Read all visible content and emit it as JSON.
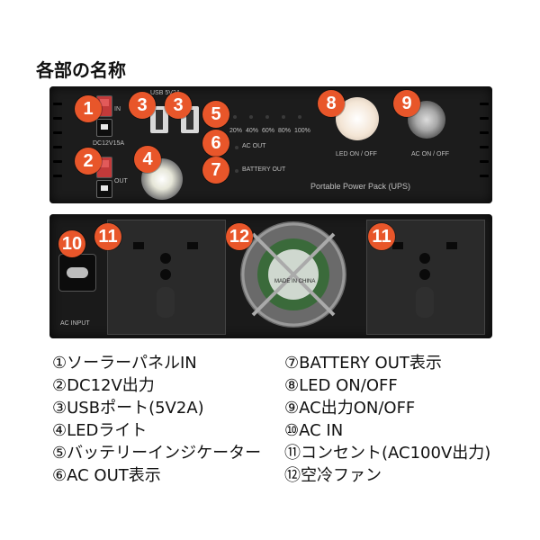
{
  "title": "各部の名称",
  "top_panel": {
    "usb_label": "USB 5V2A",
    "dc_label": "DC12V15A",
    "in_label": "IN",
    "out_label": "OUT",
    "percentages": [
      "20%",
      "40%",
      "60%",
      "80%",
      "100%"
    ],
    "ac_out_label": "AC OUT",
    "battery_out_label": "BATTERY OUT",
    "led_label": "LED ON / OFF",
    "ac_label": "AC ON / OFF",
    "brand_label": "Portable Power Pack (UPS)",
    "badges": [
      "1",
      "2",
      "3",
      "3",
      "4",
      "5",
      "6",
      "7",
      "8",
      "9"
    ]
  },
  "bottom_panel": {
    "ac_input_label": "AC INPUT",
    "fan_text": "MADE IN CHINA",
    "badges": [
      "10",
      "11",
      "12",
      "11"
    ]
  },
  "legend_left": [
    "①ソーラーパネルIN",
    "②DC12V出力",
    "③USBポート(5V2A)",
    "④LEDライト",
    "⑤バッテリーインジケーター",
    "⑥AC OUT表示"
  ],
  "legend_right": [
    "⑦BATTERY OUT表示",
    "⑧LED ON/OFF",
    "⑨AC出力ON/OFF",
    "⑩AC IN",
    "⑪コンセント(AC100V出力)",
    "⑫空冷ファン"
  ],
  "colors": {
    "badge": "#e8562a",
    "panel": "#1c1c1c"
  }
}
